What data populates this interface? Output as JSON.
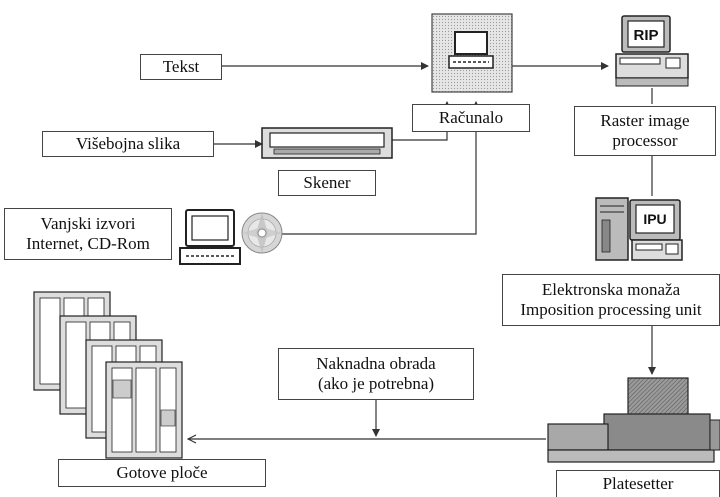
{
  "nodes": {
    "tekst": "Tekst",
    "visebojna_slika": "Višebojna slika",
    "skener": "Skener",
    "racunalo": "Računalo",
    "vanjski_izvori": [
      "Vanjski izvori",
      "Internet, CD-Rom"
    ],
    "rip_badge": "RIP",
    "raster": [
      "Raster image",
      "processor"
    ],
    "ipu_badge": "IPU",
    "montaza": [
      "Elektronska monaža",
      "Imposition processing unit"
    ],
    "naknadna": [
      "Naknadna obrada",
      "(ako je potrebna)"
    ],
    "gotove": "Gotove ploče",
    "platesetter": "Platesetter"
  },
  "icons": [
    "computer-icon",
    "rip-workstation-icon",
    "scanner-icon",
    "laptop-icon",
    "cd-rom-icon",
    "ipu-workstation-icon",
    "printed-plates-icon",
    "platesetter-icon"
  ]
}
